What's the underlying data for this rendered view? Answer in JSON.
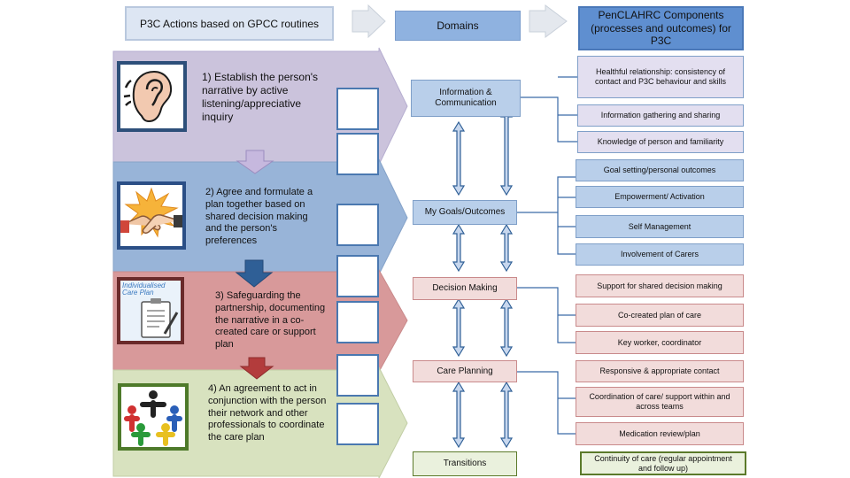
{
  "headers": {
    "actions": "P3C Actions based on GPCC routines",
    "domains": "Domains",
    "components": "PenCLAHRC Components (processes and outcomes) for P3C"
  },
  "actions": [
    {
      "text": "1)  Establish the person's narrative by active listening/appreciative inquiry",
      "icon": "ear-icon"
    },
    {
      "text": "2) Agree and formulate a plan together based on shared decision making and the person's preferences",
      "icon": "handshake-icon"
    },
    {
      "text": "3) Safeguarding the partnership, documenting the narrative in a co-created care or support plan",
      "icon": "care-plan-icon",
      "icon_caption": "Individualised Care Plan"
    },
    {
      "text": "4) An agreement to act in conjunction with the person their network and other professionals to coordinate the care plan",
      "icon": "people-circle-icon"
    }
  ],
  "domains": [
    "Information & Communication",
    "My Goals/Outcomes",
    "Decision Making",
    "Care Planning",
    "Transitions"
  ],
  "components": [
    "Healthful relationship: consistency of contact and P3C behaviour and skills",
    "Information gathering and sharing",
    "Knowledge of person and familiarity",
    "Goal setting/personal outcomes",
    "Empowerment/ Activation",
    "Self Management",
    "Involvement of Carers",
    "Support for shared decision making",
    "Co-created plan of care",
    "Key worker, coordinator",
    "Responsive & appropriate contact",
    "Coordination of care/ support within and across teams",
    "Medication review/plan",
    "Continuity of care (regular appointment and follow up)"
  ],
  "colors": {
    "row1": "#cbc3dc",
    "row2": "#98b4d8",
    "row3": "#d8999a",
    "row4": "#d8e2bf",
    "blue_box": "#b9cfea",
    "header_blue": "#8fb2e0",
    "red_box": "#f2dcdb",
    "green_box": "#eaf1dd",
    "lilac_box": "#e3dff0",
    "arrow_down": "#9b8dbf"
  }
}
